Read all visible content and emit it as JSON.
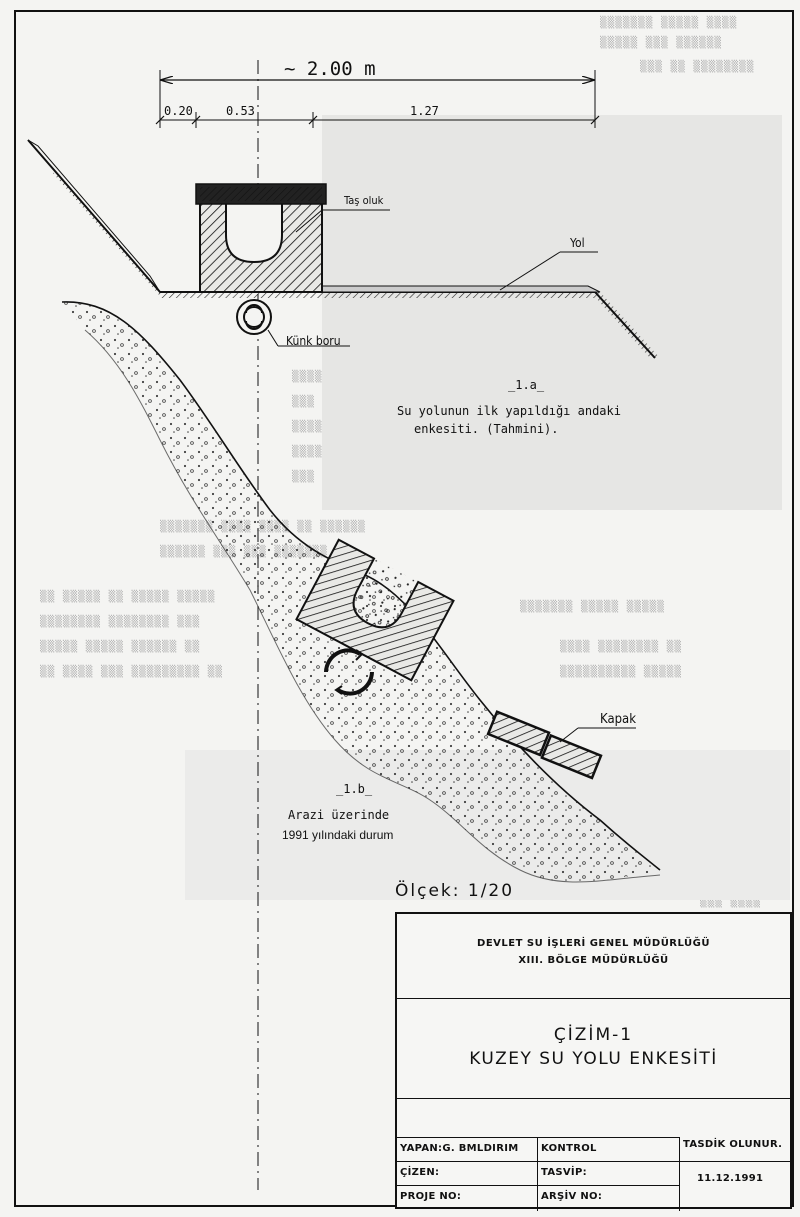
{
  "dimension_total": "~ 2.00 m",
  "dimensions": [
    "0.20",
    "0.53",
    "1.27"
  ],
  "labels": {
    "tas_oluk": "Taş oluk",
    "yol": "Yol",
    "kunk_boru": "Künk boru",
    "kapak": "Kapak"
  },
  "captions": {
    "a_id": "_1.a_",
    "a_line1": "Su yolunun ilk yapıldığı andaki",
    "a_line2": "enkesiti. (Tahmini).",
    "b_id": "_1.b_",
    "b_line1": "Arazi üzerinde",
    "b_line2": "1991 yılındaki durum"
  },
  "scale": "Ölçek: 1/20",
  "title_block": {
    "org_line1": "DEVLET SU İŞLERİ GENEL MÜDÜRLÜĞÜ",
    "org_line2": "XIII. BÖLGE MÜDÜRLÜĞÜ",
    "drawing_no": "ÇİZİM-1",
    "drawing_title": "KUZEY SU YOLU ENKESİTİ",
    "yapan": "YAPAN:G. BMLDIRIM",
    "kontrol": "KONTROL",
    "tasdik": "TASDİK OLUNUR.",
    "cizen": "ÇİZEN:",
    "tasvip": "TASVİP:",
    "date": "11.12.1991",
    "proje_no": "PROJE NO:",
    "arsiv_no": "ARŞİV NO:"
  }
}
